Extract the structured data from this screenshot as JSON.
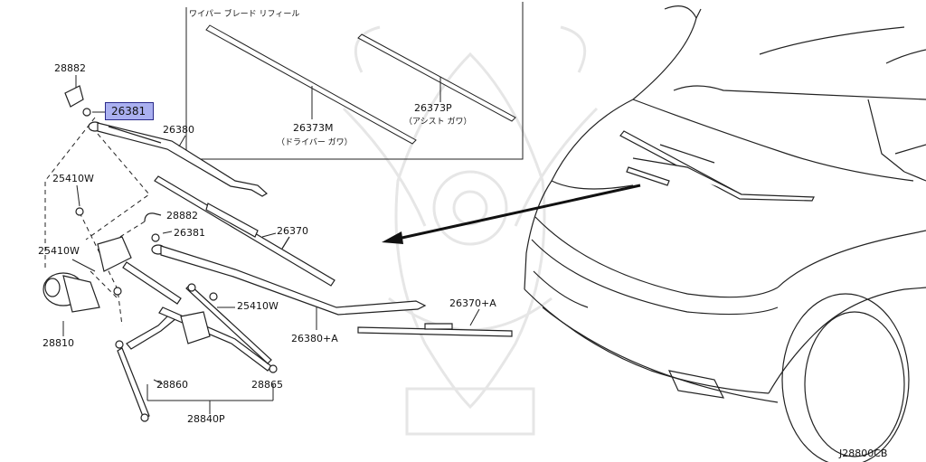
{
  "diagram": {
    "highlight_color": "#aab0f0",
    "refill_title": "ワイパー ブレード リフィール",
    "watermark": "samurai-crest",
    "parts": {
      "p28882_top": "28882",
      "p26381_highlight": "26381",
      "p26380": "26380",
      "p26373m": "26373M",
      "p26373m_note": "（ドライバー ガワ）",
      "p26373p": "26373P",
      "p26373p_note": "（アシスト ガワ）",
      "p25410w_a": "25410W",
      "p28882_mid": "28882",
      "p26381_mid": "26381",
      "p26370": "26370",
      "p25410w_b": "25410W",
      "p25410w_c": "25410W",
      "p26370a": "26370+A",
      "p26380a": "26380+A",
      "p28810": "28810",
      "p28860": "28860",
      "p28865": "28865",
      "p28840p": "28840P"
    },
    "code": "J28800CB"
  }
}
